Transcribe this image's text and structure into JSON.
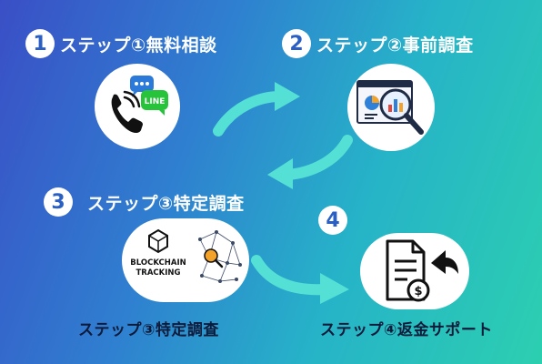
{
  "steps": [
    {
      "number": "1",
      "title": "ステップ①無料相談",
      "icon": "phone-line-chat-icon"
    },
    {
      "number": "2",
      "title": "ステップ②事前調査",
      "icon": "report-magnifier-icon"
    },
    {
      "number": "3",
      "title": "ステップ③特定調査",
      "icon": "blockchain-tracking-icon",
      "icon_text": [
        "BLOCKCHAIN",
        "TRACKING"
      ],
      "caption": "ステップ③特定調査"
    },
    {
      "number": "4",
      "title": "",
      "icon": "refund-document-icon",
      "caption": "ステップ④返金サポート"
    }
  ],
  "line_badge_text": "LINE",
  "colors": {
    "gradient_start": "#3a4fc6",
    "gradient_end": "#2ccfb0",
    "arrow": "#55e0d6",
    "badge_text": "#2a5fc4",
    "caption_text": "#0f1b3a",
    "line_green": "#27c33a"
  }
}
